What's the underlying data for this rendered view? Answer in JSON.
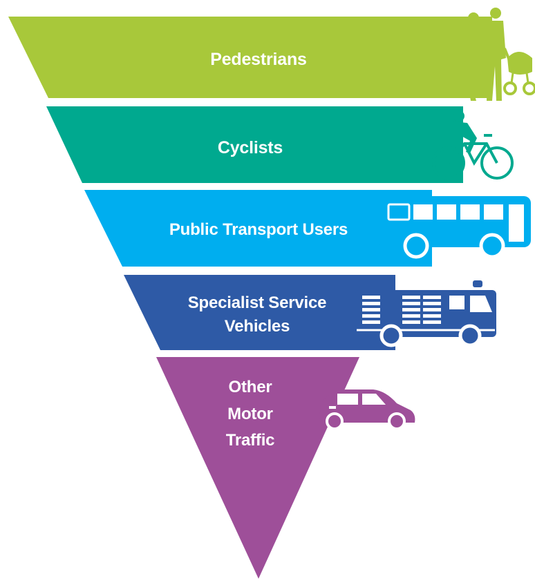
{
  "diagram": {
    "type": "inverted-pyramid",
    "tiers": [
      {
        "id": "pedestrians",
        "lines": [
          "Pedestrians"
        ],
        "color": "#a8c83a",
        "icon": "pedestrians-with-pram-icon"
      },
      {
        "id": "cyclists",
        "lines": [
          "Cyclists"
        ],
        "color": "#00a98f",
        "icon": "cyclist-icon"
      },
      {
        "id": "public-transport",
        "lines": [
          "Public Transport Users"
        ],
        "color": "#00aeef",
        "icon": "bus-icon"
      },
      {
        "id": "specialist",
        "lines": [
          "Specialist Service",
          "Vehicles"
        ],
        "color": "#2e5aa6",
        "icon": "service-truck-icon"
      },
      {
        "id": "other-motor",
        "lines": [
          "Other",
          "Motor",
          "Traffic"
        ],
        "color": "#9e4f99",
        "icon": "car-icon"
      }
    ]
  }
}
